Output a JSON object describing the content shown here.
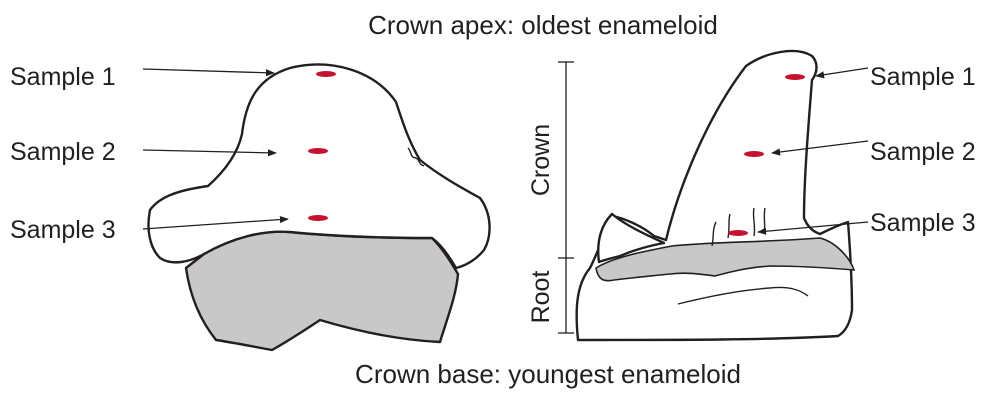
{
  "figure": {
    "top_caption": "Crown apex: oldest enameloid",
    "bottom_caption": "Crown base: youngest enameloid",
    "left_tooth": {
      "labels": [
        "Sample 1",
        "Sample 2",
        "Sample 3"
      ]
    },
    "right_tooth": {
      "labels": [
        "Sample 1",
        "Sample 2",
        "Sample 3"
      ],
      "crown_label": "Crown",
      "root_label": "Root"
    },
    "colors": {
      "sample_spot": "#c4122f",
      "root_fill": "#c8c8c8",
      "outline": "#231f20"
    }
  }
}
